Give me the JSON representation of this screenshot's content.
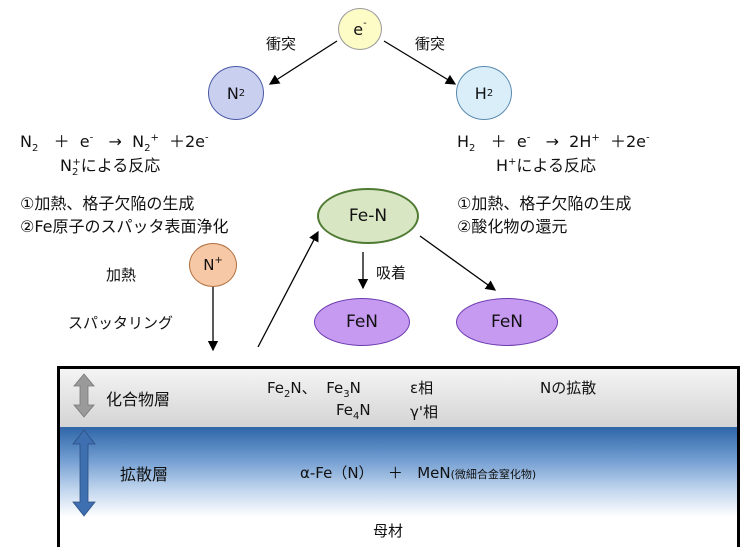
{
  "electron": {
    "label": "e",
    "charge": "-"
  },
  "collision_left": "衝突",
  "collision_right": "衝突",
  "n2": {
    "label": "N",
    "sub": "2"
  },
  "h2": {
    "label": "H",
    "sub": "2"
  },
  "eq_left": {
    "a": "N",
    "a_sub": "2",
    "plus1": "＋",
    "e": "e",
    "e_sup": "-",
    "arrow": "→",
    "b": "N",
    "b_sub": "2",
    "b_sup": "+",
    "rest": "＋2e",
    "rest_sup": "-"
  },
  "eq_right": {
    "a": "H",
    "a_sub": "2",
    "plus1": "＋",
    "e": "e",
    "e_sup": "-",
    "arrow": "→",
    "b": "2H",
    "b_sup": "+",
    "rest": "＋2e",
    "rest_sup": "-"
  },
  "reaction_left": {
    "pre": "N",
    "sub": "2",
    "sup": "+",
    "post": "による反応"
  },
  "reaction_right": {
    "pre": "H",
    "sup": "+",
    "post": "による反応"
  },
  "left_effects": [
    "①加熱、格子欠陥の生成",
    "②Fe原子のスパッタ表面浄化"
  ],
  "right_effects": [
    "①加熱、格子欠陥の生成",
    "②酸化物の還元"
  ],
  "feN_node": "Fe-N",
  "adsorption": "吸着",
  "n_plus": {
    "label": "N",
    "sup": "+"
  },
  "heating": "加熱",
  "sputtering": "スパッタリング",
  "fen_products": [
    "FeN",
    "FeN"
  ],
  "layers": {
    "compound": "化合物層",
    "diffusion": "拡散層",
    "base": "母材",
    "compound_items": {
      "fe2n_pre": "Fe",
      "fe2n_sub": "2",
      "fe2n_post": "N、",
      "fe3n_pre": "Fe",
      "fe3n_sub": "3",
      "fe3n_post": "N",
      "fe4n_pre": "Fe",
      "fe4n_sub": "4",
      "fe4n_post": "N",
      "eps": "ε相",
      "gamma": "γ'相",
      "n_diff": "Nの拡散"
    },
    "diffusion_items": {
      "alpha": "α-Fe（N）",
      "plus": "＋",
      "men": "MeN",
      "men_note": "(微細合金窒化物)"
    }
  },
  "colors": {
    "electron": "#fdfbc6",
    "gas": "#c9cfef",
    "h2": "#d9eef9",
    "fen_node": "#d8e6c4",
    "nplus": "#f7c8a5",
    "fen_product": "#c69af0",
    "layer_arrow_compound": "#9a9a9a",
    "layer_arrow_diffusion": "#3e6fb0"
  }
}
